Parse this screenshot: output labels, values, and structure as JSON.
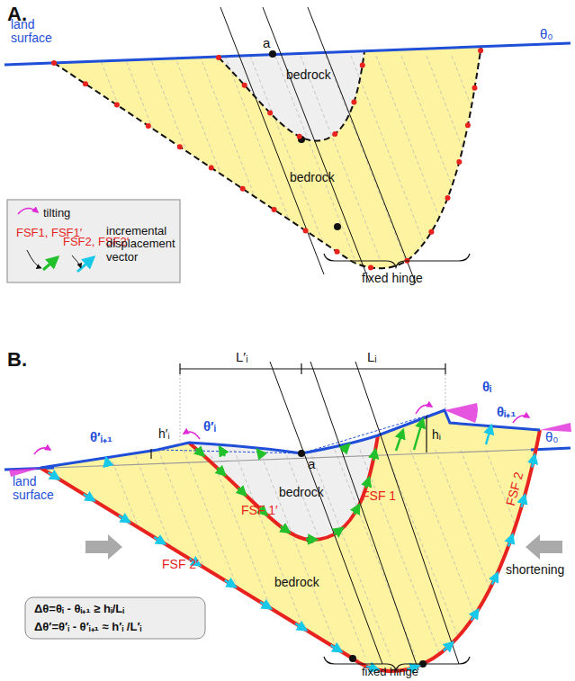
{
  "diagram": {
    "labels": [
      "A.",
      "land surface",
      "θ₀",
      "a",
      "bedrock",
      "bedrock",
      "fixed hinge",
      "B.",
      "L′ᵢ",
      "Lᵢ",
      "θᵢ",
      "hᵢ",
      "θᵢ₊₁",
      "θ₀",
      "θ′ᵢ",
      "h′ᵢ",
      "θ′ᵢ₊₁",
      "a",
      "land surface",
      "bedrock",
      "FSF 1′",
      "FSF 1",
      "bedrock",
      "FSF 2′",
      "FSF 2",
      "shortening",
      "Δθ=θᵢ - θᵢ₊₁ ≥ hᵢ/Lᵢ",
      "Δθ′=θ′ᵢ - θ′ᵢ₊₁ ≈ h′ᵢ /L′ᵢ",
      "fixed hinge"
    ],
    "legend": [
      {
        "text": "tilting"
      },
      {
        "text": "FSF1, FSF1′"
      },
      {
        "text": "FSF2, FSF2′"
      },
      {
        "text": "incremental displacement vector"
      }
    ]
  }
}
